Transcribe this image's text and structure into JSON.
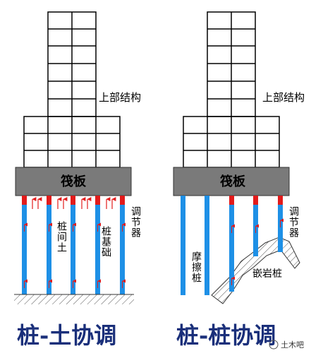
{
  "left_panel": {
    "structure_label": "上部结构",
    "raft_label": "筏板",
    "regulator_label": "调节器",
    "soil_between_piles_label": "桩间土",
    "pile_foundation_label": "桩基础",
    "caption": "桩-土协调"
  },
  "right_panel": {
    "structure_label": "上部结构",
    "raft_label": "筏板",
    "regulator_label": "调节器",
    "friction_pile_label": "摩擦桩",
    "rock_socketed_pile_label": "嵌岩桩",
    "caption": "桩-桩协调"
  },
  "watermark": {
    "text": "土木吧"
  },
  "colors": {
    "pile": "#1e90e6",
    "regulator": "#e21b1b",
    "arrow": "#e21b1b",
    "raft": "#7a7a7a",
    "caption": "#1a2f7a"
  }
}
